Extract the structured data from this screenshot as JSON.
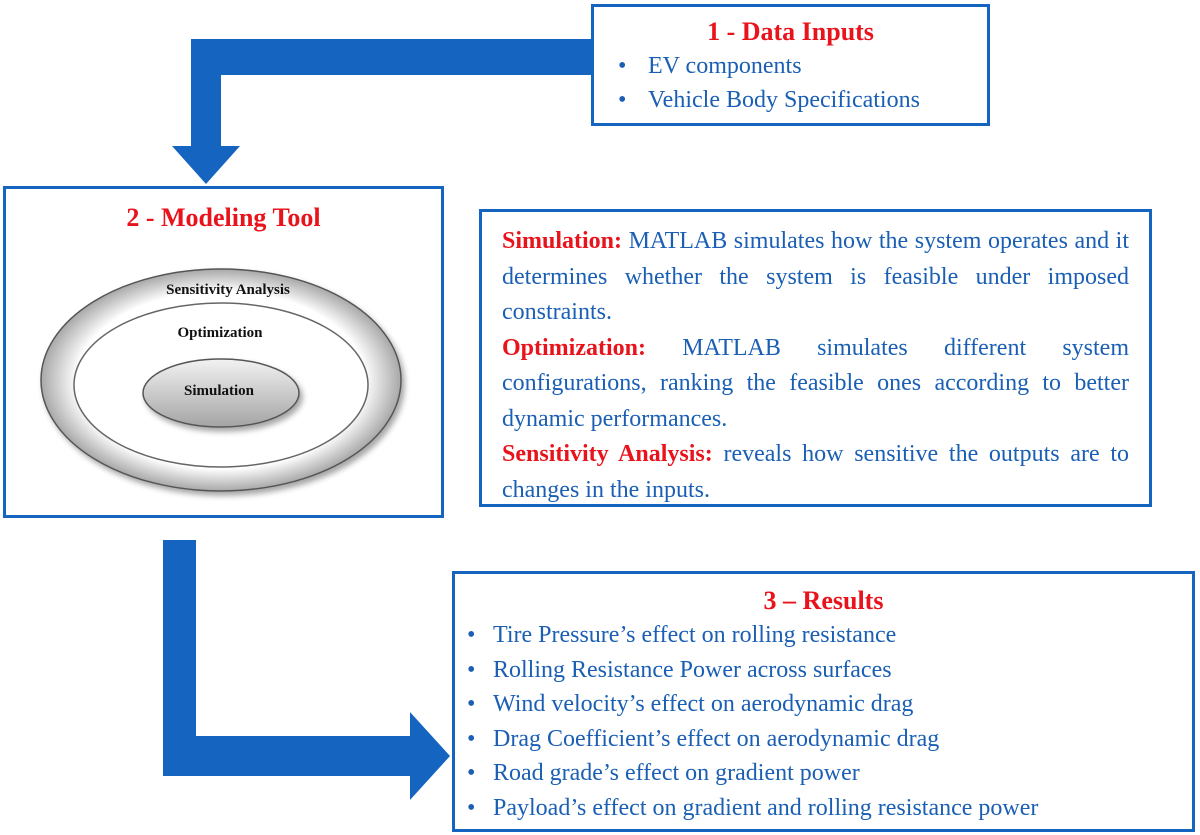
{
  "inputs": {
    "title": "1 - Data Inputs",
    "items": [
      "EV components",
      "Vehicle Body Specifications"
    ]
  },
  "modeling": {
    "title": "2 - Modeling Tool",
    "rings": {
      "outer": "Sensitivity Analysis",
      "middle": "Optimization",
      "inner": "Simulation"
    }
  },
  "description": {
    "simulation_term": "Simulation:",
    "simulation_text": "MATLAB simulates how the system operates and it determines whether the system is feasible under imposed constraints.",
    "optimization_term": "Optimization:",
    "optimization_text": "MATLAB simulates different system configurations, ranking the feasible ones according to better dynamic performances.",
    "sensitivity_term": "Sensitivity Analysis:",
    "sensitivity_text": "reveals how sensitive the outputs are to changes in the inputs."
  },
  "results": {
    "title": "3 – Results",
    "items": [
      "Tire Pressure’s effect on rolling resistance",
      "Rolling Resistance Power across surfaces",
      "Wind velocity’s effect on aerodynamic drag",
      "Drag Coefficient’s effect on aerodynamic drag",
      "Road grade’s effect on gradient power",
      "Payload’s effect on gradient and rolling resistance power"
    ]
  },
  "colors": {
    "arrow": "#1565c0",
    "border": "#1565c0",
    "title": "#e8131b",
    "text": "#1a5fb4"
  }
}
